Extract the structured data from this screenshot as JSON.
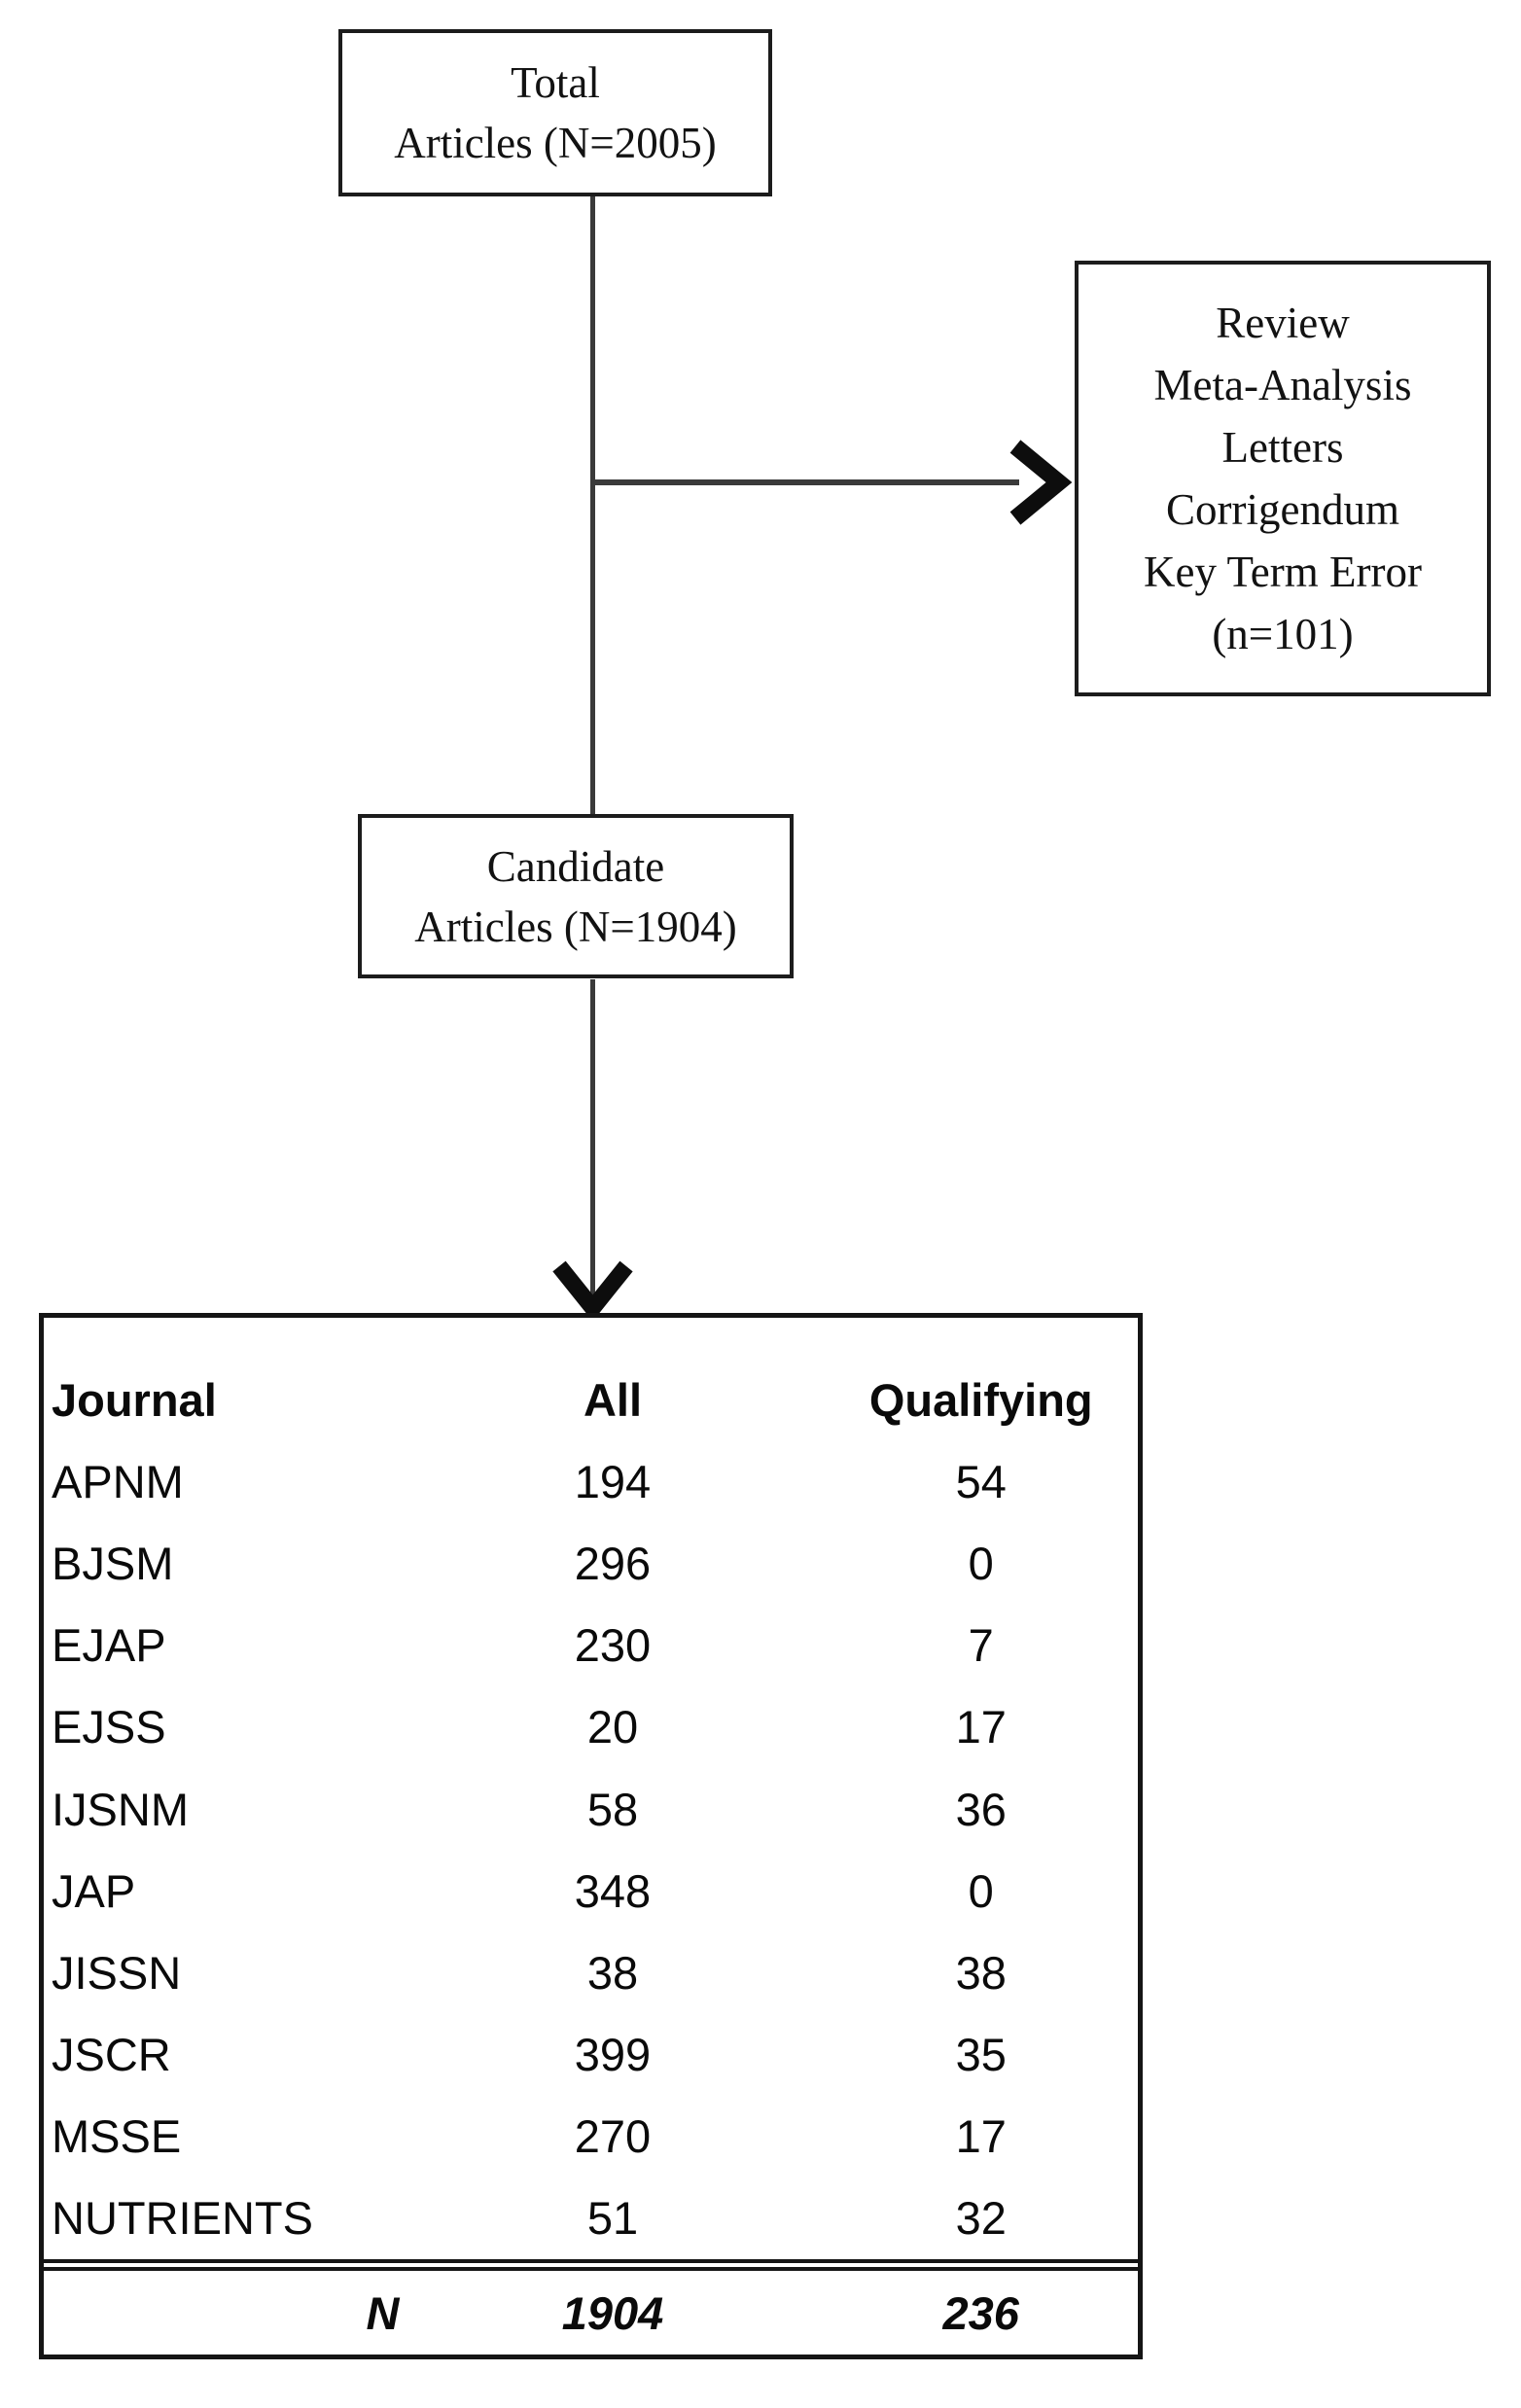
{
  "flowchart": {
    "total_box": {
      "lines": [
        "Total",
        "Articles (N=2005)"
      ]
    },
    "exclusion_box": {
      "lines": [
        "Review",
        "Meta-Analysis",
        "Letters",
        "Corrigendum",
        "Key Term Error",
        "(n=101)"
      ]
    },
    "candidate_box": {
      "lines": [
        "Candidate",
        "Articles (N=1904)"
      ]
    }
  },
  "table": {
    "headers": [
      "Journal",
      "All",
      "Qualifying"
    ],
    "rows": [
      [
        "APNM",
        "194",
        "54"
      ],
      [
        "BJSM",
        "296",
        "0"
      ],
      [
        "EJAP",
        "230",
        "7"
      ],
      [
        "EJSS",
        "20",
        "17"
      ],
      [
        "IJSNM",
        "58",
        "36"
      ],
      [
        "JAP",
        "348",
        "0"
      ],
      [
        "JISSN",
        "38",
        "38"
      ],
      [
        "JSCR",
        "399",
        "35"
      ],
      [
        "MSSE",
        "270",
        "17"
      ],
      [
        "NUTRIENTS",
        "51",
        "32"
      ]
    ],
    "total": {
      "label": "N",
      "all": "1904",
      "qualifying": "236"
    }
  },
  "colors": {
    "background": "#ffffff",
    "text": "#0a0a0a",
    "box_border": "#1c1c1c",
    "table_border": "#151515",
    "connector_line": "#3a3a3a",
    "arrowhead": "#0d0d0d"
  }
}
